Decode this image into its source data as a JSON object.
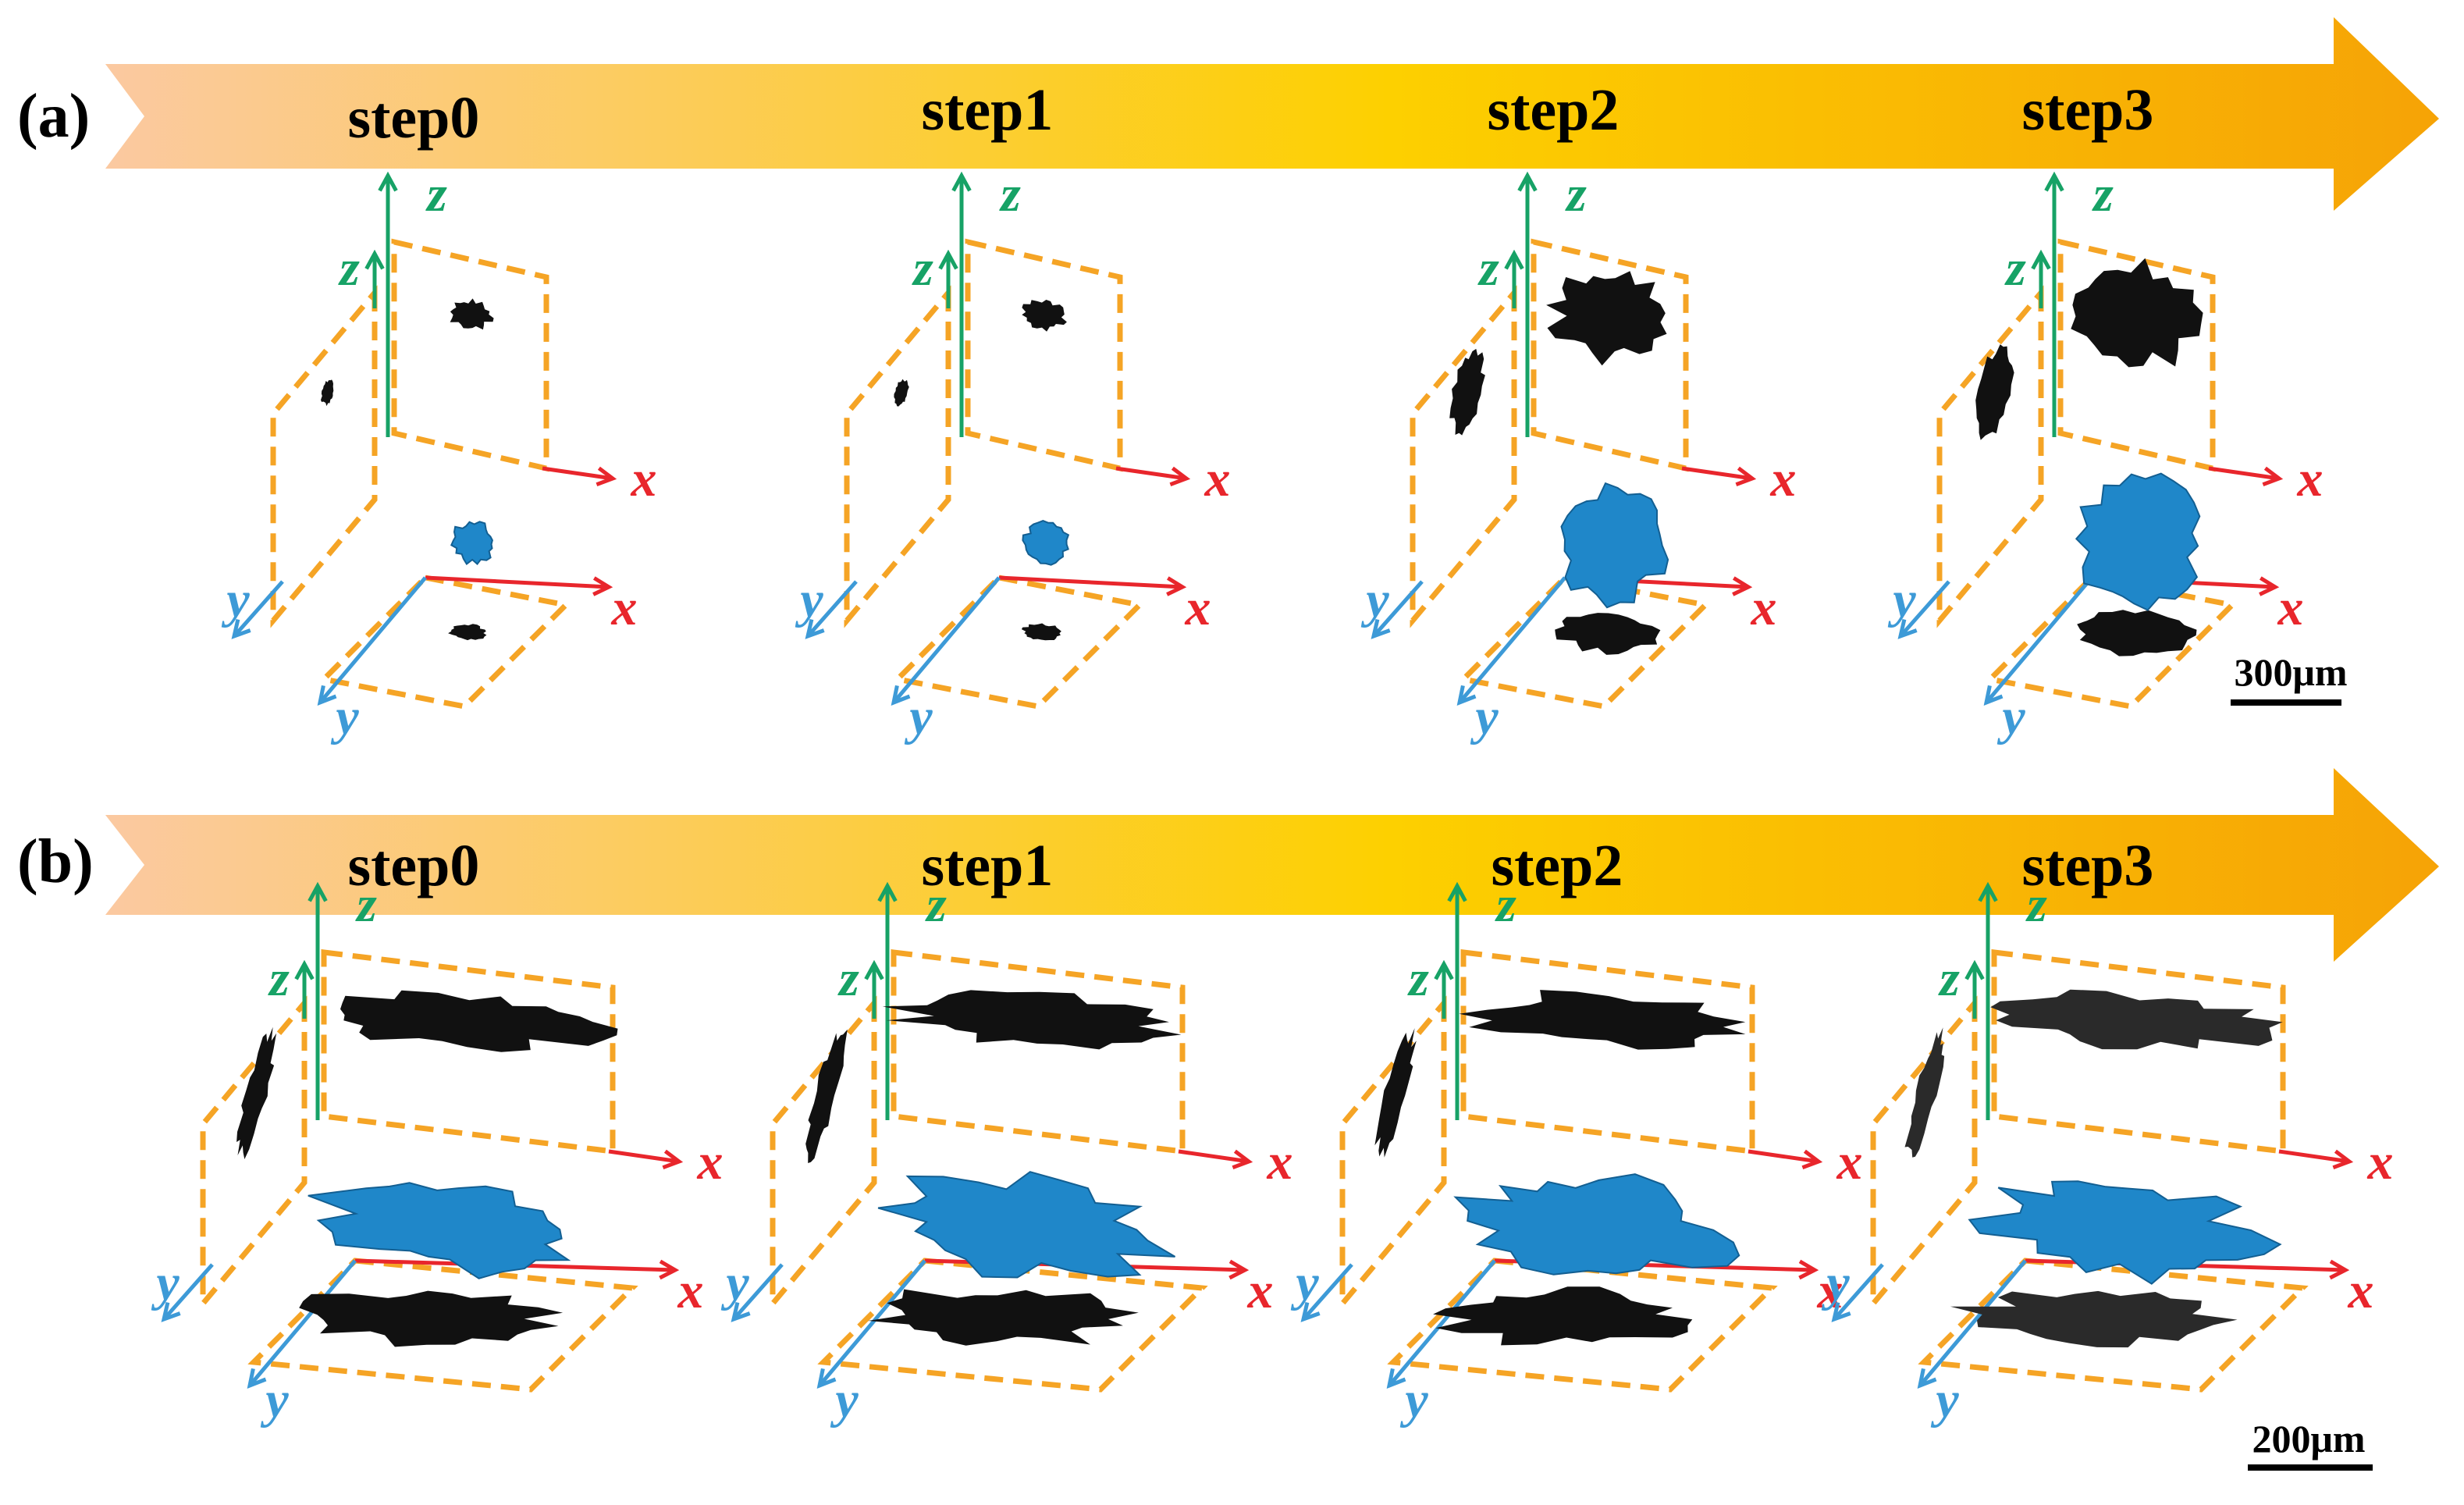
{
  "colors": {
    "arrow_start": "#fbc9a1",
    "arrow_mid": "#fdd000",
    "arrow_end": "#f6a306",
    "frame": "#f5a425",
    "axis_x": "#e8262c",
    "axis_y": "#3d9ad7",
    "axis_z": "#17a266",
    "section": "#111111",
    "pore_3d": "#1f87c9"
  },
  "axes": {
    "x": "x",
    "y": "y",
    "z": "z"
  },
  "panels": [
    {
      "tag": "(a)",
      "steps": [
        "step0",
        "step1",
        "step2",
        "step3"
      ],
      "scale_bar": "300μm",
      "growth": [
        0.18,
        0.2,
        0.85,
        1.0
      ]
    },
    {
      "tag": "(b)",
      "steps": [
        "step0",
        "step1",
        "step2",
        "step3"
      ],
      "scale_bar": "200μm",
      "growth": [
        1.0,
        1.0,
        1.0,
        1.0
      ]
    }
  ]
}
